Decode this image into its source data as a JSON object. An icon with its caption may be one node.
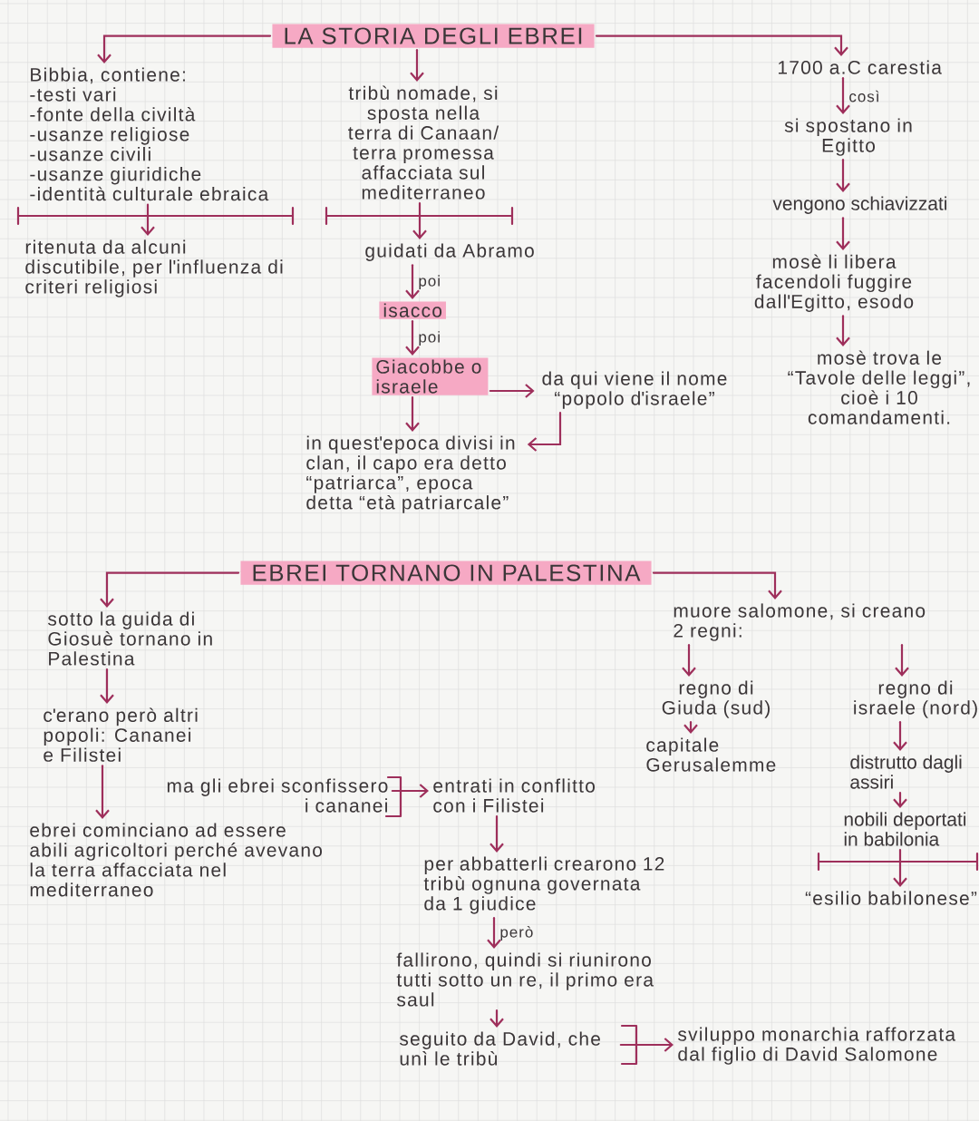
{
  "diagram": {
    "nodes": [
      {
        "text": [
          "LA STORIA DEGLI EBREI"
        ]
      },
      {
        "text": [
          "Bibbia, contiene:",
          "-testi vari",
          "-fonte della civiltà",
          "-usanze religiose",
          "-usanze civili",
          "-usanze giuridiche",
          "-identità culturale ebraica"
        ]
      },
      {
        "text": [
          "ritenuta da alcuni discutibile, per l'influenza di criteri religiosi"
        ]
      },
      {
        "text": [
          "tribù nomade, si sposta nella terra di Canaan/ terra promessa affacciata sul mediterraneo"
        ]
      },
      {
        "text": [
          "guidati da Abramo"
        ]
      },
      {
        "text": [
          "isacco"
        ]
      },
      {
        "text": [
          "Giacobbe o israele"
        ]
      },
      {
        "text": [
          "da qui viene il nome “popolo d'israele”"
        ]
      },
      {
        "text": [
          "in quest'epoca divisi in clan, il capo era detto “patriarca”, epoca detta “età patriarcale”"
        ]
      },
      {
        "text": [
          "1700 a.C carestia"
        ]
      },
      {
        "text": [
          "si spostano in Egitto"
        ]
      },
      {
        "text": [
          "vengono schiavizzati"
        ]
      },
      {
        "text": [
          "mosè li libera facendoli fuggire dall'Egitto, esodo"
        ]
      },
      {
        "text": [
          "mosè trova le “Tavole delle leggi”, cioè i 10 comandamenti."
        ]
      },
      {
        "text": [
          "EBREI TORNANO IN PALESTINA"
        ]
      },
      {
        "text": [
          "sotto la guida di Giosuè tornano in Palestina"
        ]
      },
      {
        "text": [
          "c'erano però altri popoli: Cananei e Filistei"
        ]
      },
      {
        "text": [
          "ma gli ebrei sconfissero i cananei"
        ]
      },
      {
        "text": [
          "ebrei cominciano ad essere abili agricoltori perché avevano la terra affacciata nel mediterraneo"
        ]
      },
      {
        "text": [
          "entrati in conflitto con i Filistei"
        ]
      },
      {
        "text": [
          "per abbatterli crearono 12 tribù ognuna governata da 1 giudice"
        ]
      },
      {
        "text": [
          "fallirono, quindi si riunirono tutti sotto un re, il primo era saul"
        ]
      },
      {
        "text": [
          "seguito da David, che unì le tribù"
        ]
      },
      {
        "text": [
          "sviluppo monarchia rafforzata dal figlio di David Salomone"
        ]
      },
      {
        "text": [
          "muore salomone, si creano 2 regni:"
        ]
      },
      {
        "text": [
          "regno di Giuda (sud)"
        ]
      },
      {
        "text": [
          "capitale Gerusalemme"
        ]
      },
      {
        "text": [
          "regno di israele (nord)"
        ]
      },
      {
        "text": [
          "distrutto dagli assiri"
        ]
      },
      {
        "text": [
          "nobili deportati in babilonia"
        ]
      },
      {
        "text": [
          "“esilio babilonese”"
        ]
      }
    ],
    "edges": [
      {
        "from": 0,
        "to": 1,
        "arrow": "to"
      },
      {
        "from": 0,
        "to": 3,
        "arrow": "to"
      },
      {
        "from": 0,
        "to": 9,
        "arrow": "to"
      },
      {
        "from": 1,
        "to": 2,
        "arrow": "to"
      },
      {
        "from": 3,
        "to": 4,
        "arrow": "to"
      },
      {
        "from": 4,
        "to": 5,
        "arrow": "to",
        "label": "poi"
      },
      {
        "from": 5,
        "to": 6,
        "arrow": "to",
        "label": "poi"
      },
      {
        "from": 6,
        "to": 7,
        "arrow": "to"
      },
      {
        "from": 6,
        "to": 8,
        "arrow": "to"
      },
      {
        "from": 7,
        "to": 8,
        "arrow": "to"
      },
      {
        "from": 9,
        "to": 10,
        "arrow": "to",
        "label": "così"
      },
      {
        "from": 10,
        "to": 11,
        "arrow": "to"
      },
      {
        "from": 11,
        "to": 12,
        "arrow": "to"
      },
      {
        "from": 12,
        "to": 13,
        "arrow": "to"
      },
      {
        "from": 14,
        "to": 15,
        "arrow": "to"
      },
      {
        "from": 14,
        "to": 24,
        "arrow": "to"
      },
      {
        "from": 15,
        "to": 16,
        "arrow": "to"
      },
      {
        "from": 16,
        "to": 18,
        "arrow": "to"
      },
      {
        "from": 17,
        "to": 19,
        "arrow": "to"
      },
      {
        "from": 19,
        "to": 20,
        "arrow": "to"
      },
      {
        "from": 20,
        "to": 21,
        "arrow": "to",
        "label": "però"
      },
      {
        "from": 21,
        "to": 22,
        "arrow": "to"
      },
      {
        "from": 22,
        "to": 23,
        "arrow": "to"
      },
      {
        "from": 24,
        "to": 25,
        "arrow": "to"
      },
      {
        "from": 24,
        "to": 27,
        "arrow": "to"
      },
      {
        "from": 25,
        "to": 26,
        "arrow": "to"
      },
      {
        "from": 27,
        "to": 28,
        "arrow": "to"
      },
      {
        "from": 28,
        "to": 29,
        "arrow": "to"
      },
      {
        "from": 29,
        "to": 30,
        "arrow": "to"
      }
    ]
  }
}
